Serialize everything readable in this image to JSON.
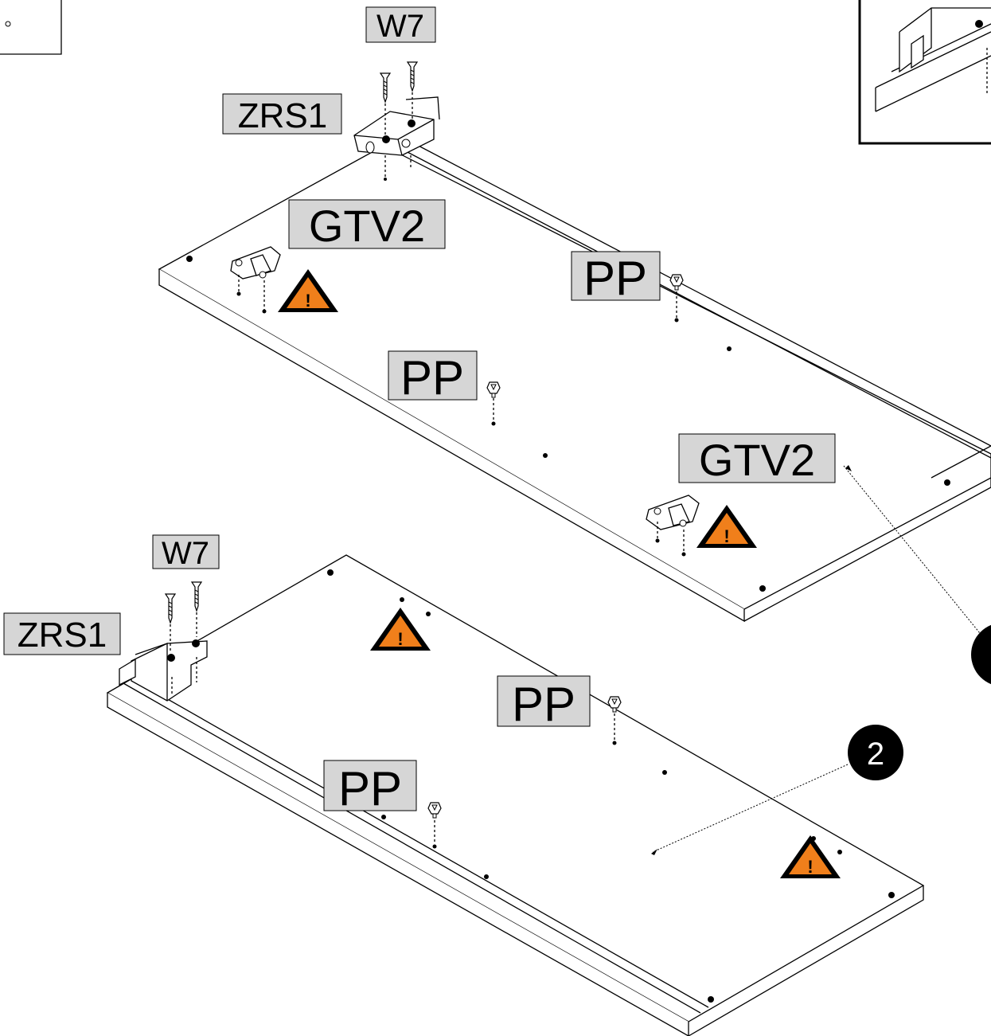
{
  "labels": {
    "top_w7": "W7",
    "top_zrs1": "ZRS1",
    "top_gtv2_left": "GTV2",
    "top_pp_right": "PP",
    "top_pp_middle": "PP",
    "top_gtv2_right": "GTV2",
    "bottom_w7": "W7",
    "bottom_zrs1": "ZRS1",
    "bottom_pp_right": "PP",
    "bottom_pp_left": "PP"
  },
  "step_badge": "2",
  "warning_glyph": "!",
  "colors": {
    "label_background": "#d6d6d6",
    "warning_fill": "#f07f1b",
    "line": "#000000",
    "badge": "#000000"
  },
  "icons": [
    "screw-icon",
    "drawer-slide-bracket-icon",
    "hinge-plate-icon",
    "shelf-pin-icon",
    "warning-icon"
  ]
}
